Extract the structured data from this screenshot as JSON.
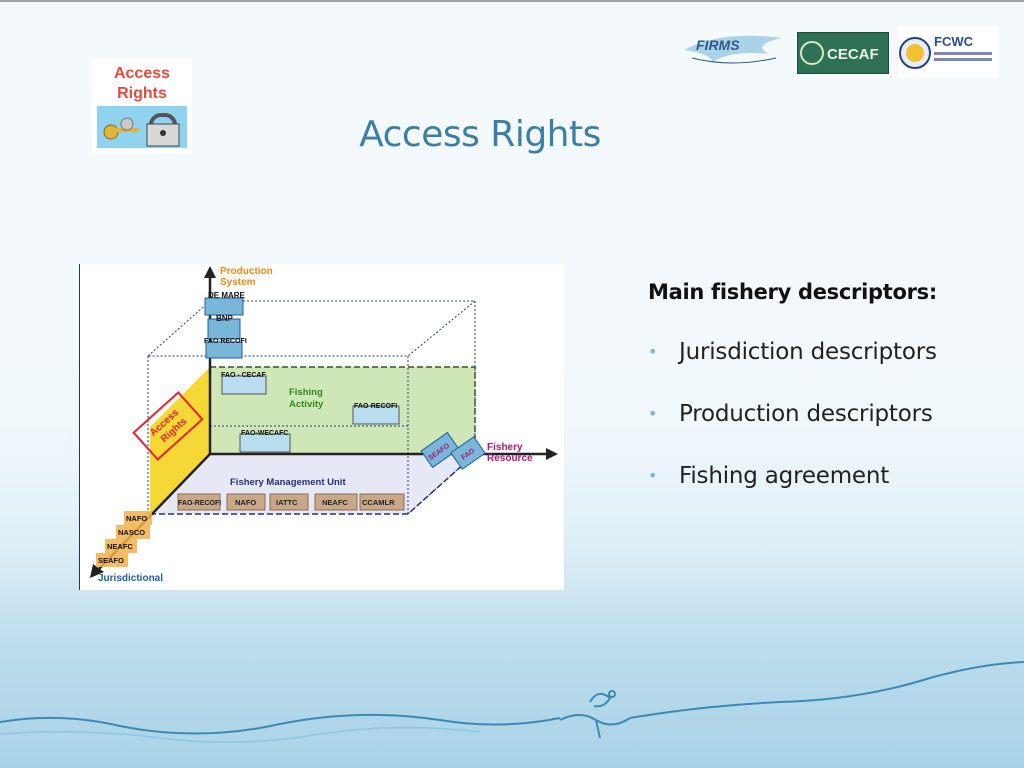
{
  "slide": {
    "title": "Access Rights",
    "access_logo": {
      "line1": "Access",
      "line2": "Rights"
    },
    "partner_logos": {
      "firms": "FIRMS",
      "cecaf": "CECAF",
      "fcwc": "FCWC"
    },
    "bullets": {
      "heading": "Main fishery descriptors:",
      "items": [
        "Jurisdiction descriptors",
        "Production descriptors",
        "Fishing agreement"
      ]
    }
  },
  "diagram": {
    "axis_production": "Production System",
    "axis_production_line1": "Production",
    "axis_production_line2": "System",
    "axis_fishery_resource_line1": "Fishery",
    "axis_fishery_resource_line2": "Resource",
    "axis_jurisdictional": "Jurisdictional",
    "access_rights_line1": "Access",
    "access_rights_line2": "Rights",
    "fishing_activity_line1": "Fishing",
    "fishing_activity_line2": "Activity",
    "fishery_management_unit": "Fishery Management Unit",
    "production_items": [
      "DE MARE",
      "BNP",
      "FAO RECOFI"
    ],
    "activity_items": [
      "FAO - CECAF",
      "FAO-RECOFI",
      "FAO-WECAFC"
    ],
    "management_units": [
      "FAO-RECOFI",
      "NAFO",
      "IATTC",
      "NEAFC",
      "CCAMLR"
    ],
    "jurisdictional_items": [
      "NAFO",
      "NASCO",
      "NEAFC",
      "SEAFO"
    ],
    "resource_items": [
      "SEAFO",
      "FAO"
    ],
    "colors": {
      "orange": "#e98a1a",
      "blue": "#1f5fa0",
      "magenta": "#a8187b",
      "green": "#2e8b1a",
      "access": "#e0262e"
    }
  }
}
